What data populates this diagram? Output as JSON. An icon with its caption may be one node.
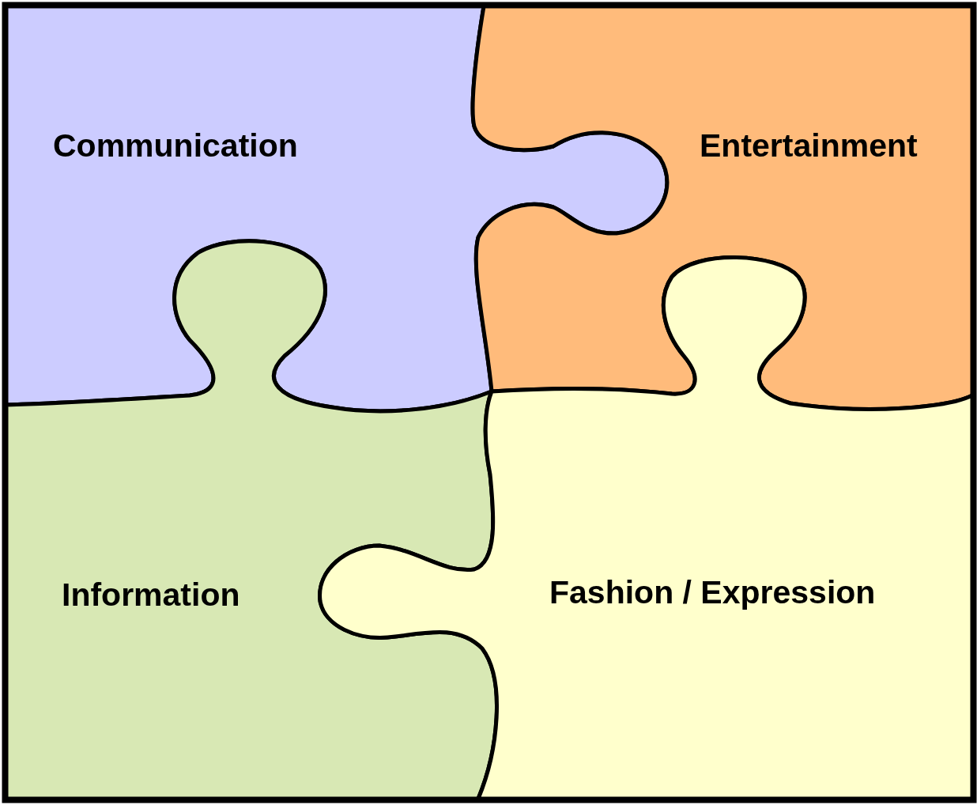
{
  "diagram": {
    "nodes": [
      {
        "text": [
          "Communication"
        ]
      },
      {
        "text": [
          "Entertainment"
        ]
      },
      {
        "text": [
          "Information"
        ]
      },
      {
        "text": [
          "Fashion / Expression"
        ]
      }
    ]
  }
}
